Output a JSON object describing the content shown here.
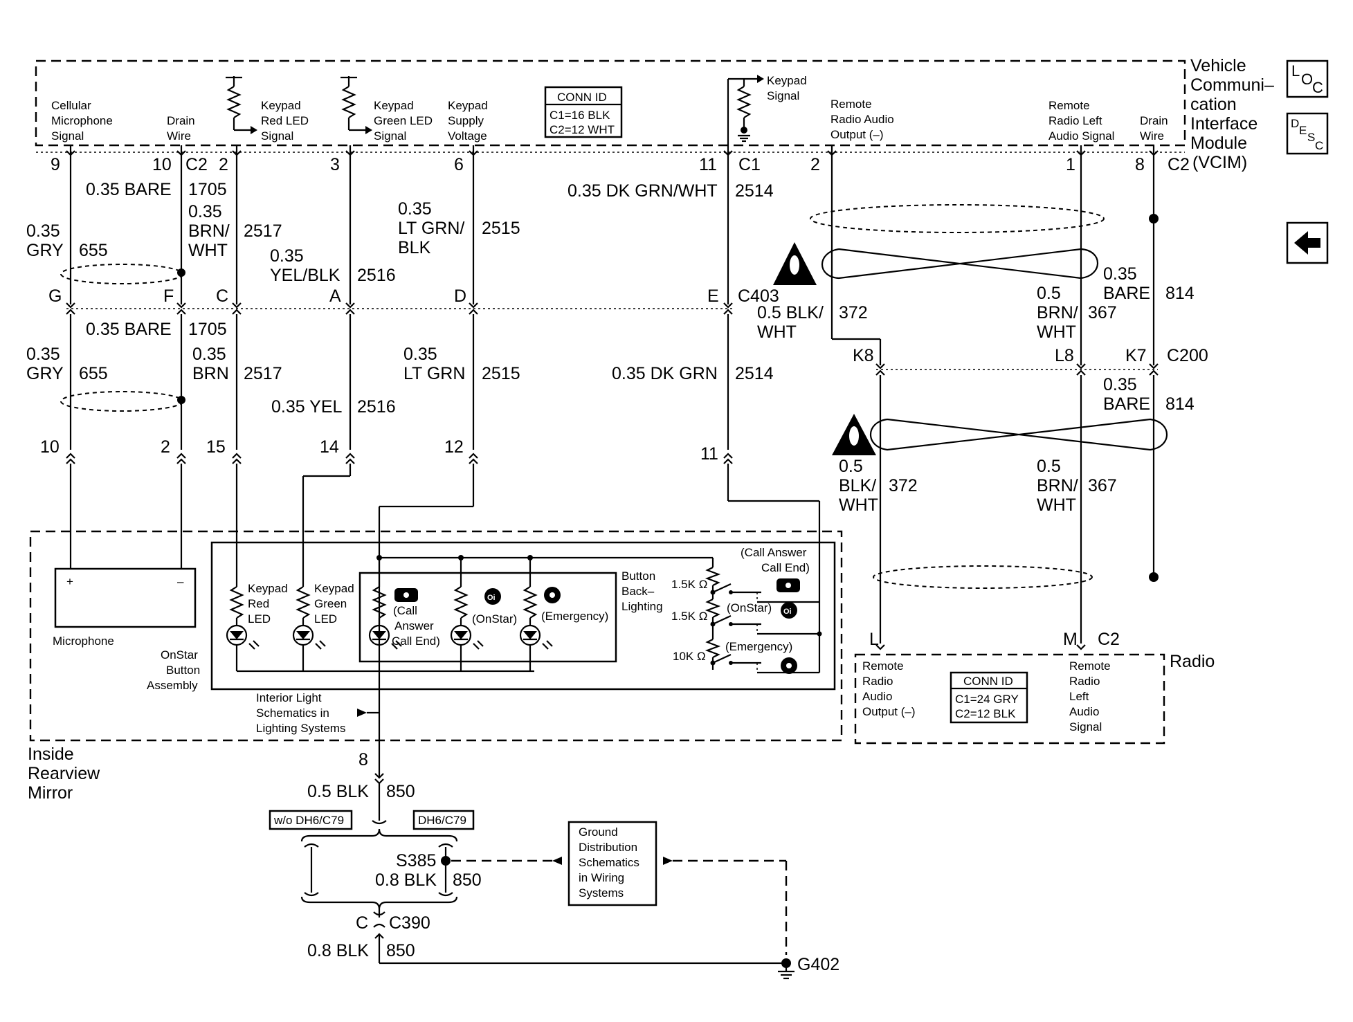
{
  "module_vcim": {
    "name_lines": [
      "Vehicle",
      "Communi–",
      "cation",
      "Interface",
      "Module",
      "(VCIM)"
    ],
    "conn_id_title": "CONN ID",
    "conn_id_lines": [
      "C1=16 BLK",
      "C2=12 WHT"
    ],
    "pin_labels": {
      "cell_mic": [
        "Cellular",
        "Microphone",
        "Signal"
      ],
      "drain1": [
        "Drain",
        "Wire"
      ],
      "red_led": [
        "Keypad",
        "Red LED",
        "Signal"
      ],
      "green_led": [
        "Keypad",
        "Green LED",
        "Signal"
      ],
      "supply": [
        "Keypad",
        "Supply",
        "Voltage"
      ],
      "keypad_signal": [
        "Keypad",
        "Signal"
      ],
      "remote_audio": [
        "Remote",
        "Radio Audio",
        "Output (–)"
      ],
      "remote_left": [
        "Remote",
        "Radio Left",
        "Audio Signal"
      ],
      "drain2": [
        "Drain",
        "Wire"
      ]
    },
    "pins": [
      "9",
      "10",
      "C2",
      "2",
      "3",
      "6",
      "11",
      "C1",
      "2",
      "1",
      "8",
      "C2"
    ]
  },
  "nav_buttons": {
    "loc": [
      "L",
      "O",
      "C"
    ],
    "desc": [
      "D",
      "E",
      "S",
      "C"
    ],
    "back": "back-arrow"
  },
  "wires_upper": {
    "w655": [
      "0.35",
      "GRY",
      "655"
    ],
    "w1705": [
      "0.35 BARE",
      "1705"
    ],
    "w2517": [
      "0.35",
      "BRN/",
      "WHT",
      "2517"
    ],
    "w2516": [
      "0.35",
      "YEL/BLK",
      "2516"
    ],
    "w2515": [
      "0.35",
      "LT GRN/",
      "BLK",
      "2515"
    ],
    "w2514": [
      "0.35 DK GRN/WHT",
      "2514"
    ],
    "w372": [
      "0.5 BLK/",
      "WHT",
      "372"
    ],
    "w367": [
      "0.5",
      "BRN/",
      "WHT",
      "367"
    ],
    "w814": [
      "0.35",
      "BARE",
      "814"
    ]
  },
  "connector_c403": {
    "name": "C403",
    "pins": [
      "G",
      "F",
      "C",
      "A",
      "D",
      "E"
    ]
  },
  "wires_mid": {
    "w1705": [
      "0.35 BARE",
      "1705"
    ],
    "w655": [
      "0.35",
      "GRY",
      "655"
    ],
    "w2517": [
      "0.35",
      "BRN",
      "2517"
    ],
    "w2516": [
      "0.35 YEL",
      "2516"
    ],
    "w2515": [
      "0.35",
      "LT GRN",
      "2515"
    ],
    "w2514": [
      "0.35 DK GRN",
      "2514"
    ]
  },
  "connector_c200": {
    "name": "C200",
    "pins": [
      "K8",
      "L8",
      "K7"
    ]
  },
  "wires_lower_right": {
    "w814": [
      "0.35",
      "BARE",
      "814"
    ],
    "w372": [
      "0.5",
      "BLK/",
      "WHT",
      "372"
    ],
    "w367": [
      "0.5",
      "BRN/",
      "WHT",
      "367"
    ]
  },
  "mirror_pins": [
    "10",
    "2",
    "15",
    "14",
    "12",
    "11"
  ],
  "mirror": {
    "name_lines": [
      "Inside",
      "Rearview",
      "Mirror"
    ],
    "microphone": "Microphone",
    "plus": "+",
    "minus": "–",
    "onstar_assembly": [
      "OnStar",
      "Button",
      "Assembly"
    ],
    "keypad_red": [
      "Keypad",
      "Red",
      "LED"
    ],
    "keypad_green": [
      "Keypad",
      "Green",
      "LED"
    ],
    "call_label": [
      "(Call",
      "Answer",
      "Call End)"
    ],
    "onstar_label": "(OnStar)",
    "emergency_label": "(Emergency)",
    "button_backlighting": [
      "Button",
      "Back–",
      "Lighting"
    ],
    "r1": "1.5K Ω",
    "r2": "1.5K Ω",
    "r3": "10K Ω",
    "sw_call": [
      "(Call Answer",
      "Call End)"
    ],
    "sw_onstar": "(OnStar)",
    "sw_emergency": "(Emergency)",
    "interior_light": [
      "Interior Light",
      "Schematics in",
      "Lighting Systems"
    ]
  },
  "radio": {
    "name": "Radio",
    "left_label": [
      "Remote",
      "Radio",
      "Audio",
      "Output (–)"
    ],
    "right_label": [
      "Remote",
      "Radio",
      "Left",
      "Audio",
      "Signal"
    ],
    "conn_id_title": "CONN ID",
    "conn_id_lines": [
      "C1=24 GRY",
      "C2=12 BLK"
    ],
    "pins": [
      "L",
      "M",
      "C2"
    ]
  },
  "ground": {
    "pin8": "8",
    "w850a": [
      "0.5 BLK",
      "850"
    ],
    "option_without": "w/o DH6/C79",
    "option_with": "DH6/C79",
    "splice": "S385",
    "w850b": [
      "0.8 BLK",
      "850"
    ],
    "c390_pin": "C",
    "c390": "C390",
    "w850c": [
      "0.8 BLK",
      "850"
    ],
    "ground_dist": [
      "Ground",
      "Distribution",
      "Schematics",
      "in Wiring",
      "Systems"
    ],
    "g402": "G402"
  }
}
